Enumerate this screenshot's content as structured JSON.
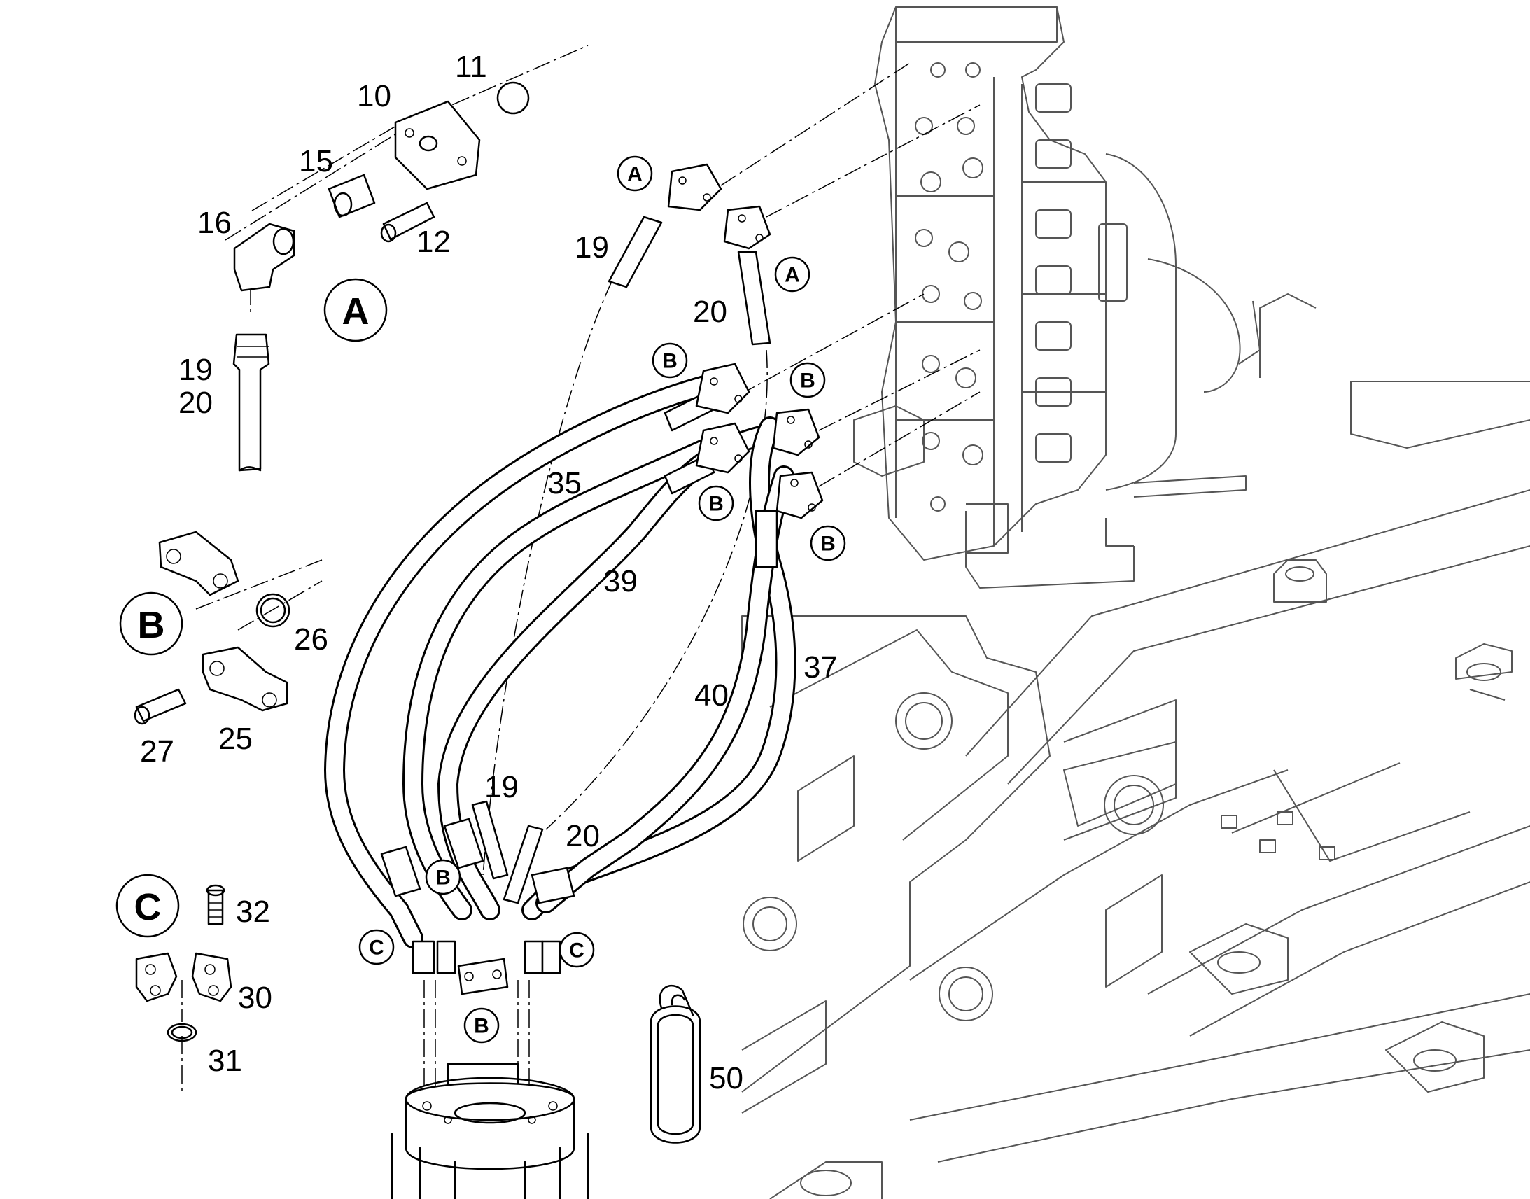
{
  "diagram": {
    "detail_letters": {
      "A": "A",
      "B": "B",
      "C": "C"
    },
    "callouts": {
      "p10": "10",
      "p11": "11",
      "p12": "12",
      "p15": "15",
      "p16": "16",
      "p19": "19",
      "p20": "20",
      "p19_20_a": "19",
      "p19_20_b": "20",
      "p19_upper": "19",
      "p20_upper": "20",
      "p19_lower": "19",
      "p20_lower": "20",
      "p25": "25",
      "p26": "26",
      "p27": "27",
      "p30": "30",
      "p31": "31",
      "p32": "32",
      "p35": "35",
      "p37": "37",
      "p39": "39",
      "p40": "40",
      "p50": "50"
    },
    "colors": {
      "line": "#000000",
      "frame": "#555555",
      "background": "#ffffff"
    }
  }
}
